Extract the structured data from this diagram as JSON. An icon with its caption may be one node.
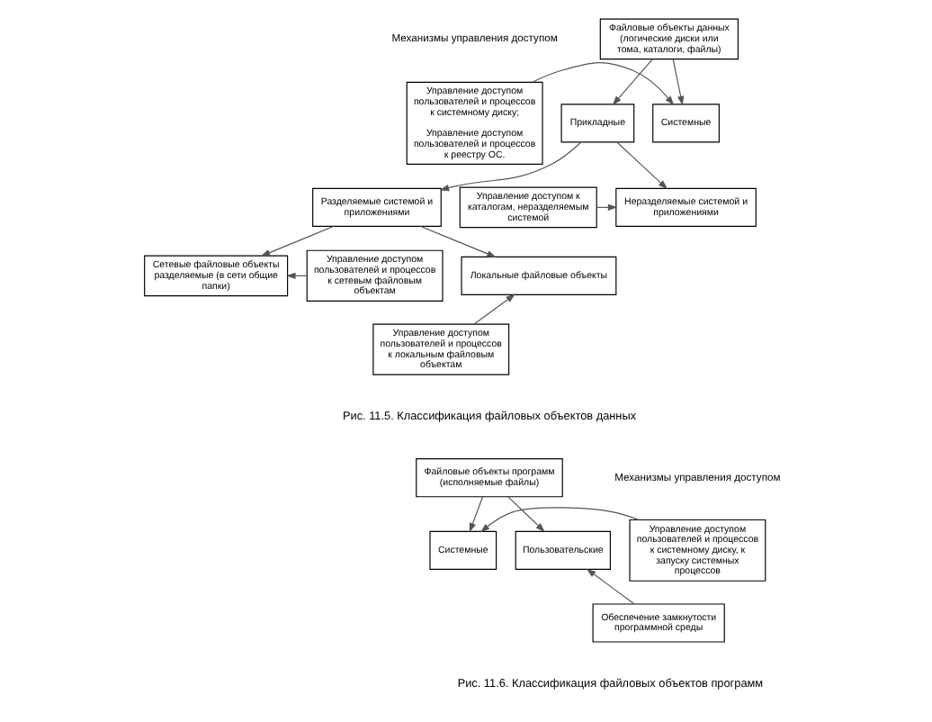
{
  "diagram": {
    "nodes": [
      {
        "text": [
          "Файловые объекты данных (логические диски или тома, каталоги, файлы)"
        ]
      },
      {
        "text": [
          "Прикладные"
        ]
      },
      {
        "text": [
          "Системные"
        ]
      },
      {
        "text": [
          "Разделяемые системой и приложениями"
        ]
      },
      {
        "text": [
          "Неразделяемые системой и приложениями"
        ]
      },
      {
        "text": [
          "Локальные файловые объекты"
        ]
      },
      {
        "text": [
          "Сетевые файловые объекты разделяемые (в сети общие папки)"
        ]
      },
      {
        "text": [
          "Управление доступом пользователей и процессов к системному диску;",
          "Управление доступом пользователей и процессов к реестру ОС."
        ]
      },
      {
        "text": [
          "Управление доступом к каталогам, неразделяемым системой"
        ]
      },
      {
        "text": [
          "Управление доступом пользователей и процессов к сетевым файловым объектам"
        ]
      },
      {
        "text": [
          "Управление доступом пользователей и процессов к локальным файловым объектам"
        ]
      },
      {
        "text": [
          "Файловые объекты программ (исполняемые файлы)"
        ]
      },
      {
        "text": [
          "Пользовательские"
        ]
      },
      {
        "text": [
          "Системные"
        ]
      },
      {
        "text": [
          "Управление доступом пользователей и процессов к системному диску, к запуску системных процессов"
        ]
      },
      {
        "text": [
          "Обеспечение замкнутости программной среды"
        ]
      }
    ],
    "edges": [
      {
        "from": 0,
        "to": 1,
        "arrow": "to"
      },
      {
        "from": 0,
        "to": 2,
        "arrow": "to"
      },
      {
        "from": 1,
        "to": 3,
        "arrow": "to"
      },
      {
        "from": 1,
        "to": 4,
        "arrow": "to"
      },
      {
        "from": 3,
        "to": 5,
        "arrow": "to"
      },
      {
        "from": 3,
        "to": 6,
        "arrow": "to"
      },
      {
        "from": 7,
        "to": 2,
        "arrow": "to"
      },
      {
        "from": 8,
        "to": 4,
        "arrow": "to"
      },
      {
        "from": 9,
        "to": 6,
        "arrow": "to"
      },
      {
        "from": 10,
        "to": 5,
        "arrow": "to"
      },
      {
        "from": 11,
        "to": 12,
        "arrow": "to"
      },
      {
        "from": 11,
        "to": 13,
        "arrow": "to"
      },
      {
        "from": 14,
        "to": 13,
        "arrow": "to"
      },
      {
        "from": 15,
        "to": 12,
        "arrow": "to"
      }
    ],
    "labels": [
      "Механизмы управления доступом",
      "Рис. 11.5. Классификация файловых объектов данных",
      "Механизмы управления доступом",
      "Рис. 11.6. Классификация файловых объектов программ"
    ]
  }
}
